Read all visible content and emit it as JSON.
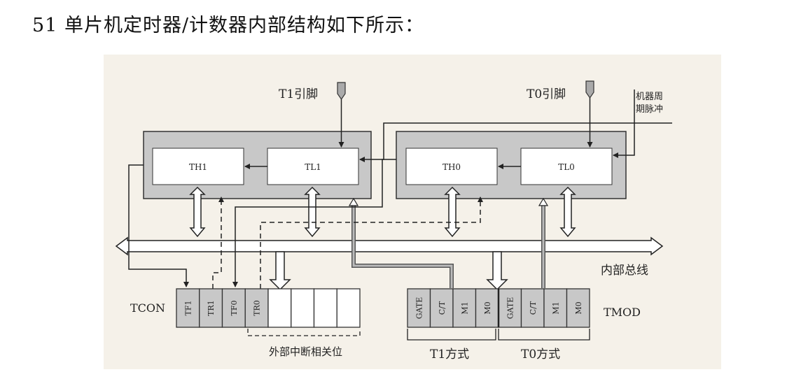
{
  "heading": "51 单片机定时器/计数器内部结构如下所示：",
  "diagram": {
    "t1_pin_label": "T1引脚",
    "t0_pin_label": "T0引脚",
    "machine_cycle_label_line1": "机器周",
    "machine_cycle_label_line2": "期脉冲",
    "th1": "TH1",
    "tl1": "TL1",
    "th0": "TH0",
    "tl0": "TL0",
    "internal_bus_label": "内部总线",
    "tcon_label": "TCON",
    "tmod_label": "TMOD",
    "tcon_bits": [
      "TF1",
      "TR1",
      "TF0",
      "TR0",
      "",
      "",
      "",
      ""
    ],
    "tmod_bits": [
      "GATE",
      "C/T",
      "M1",
      "M0",
      "GATE",
      "C/T",
      "M1",
      "M0"
    ],
    "external_interrupt_label": "外部中断相关位",
    "t1_mode_label": "T1方式",
    "t0_mode_label": "T0方式"
  }
}
